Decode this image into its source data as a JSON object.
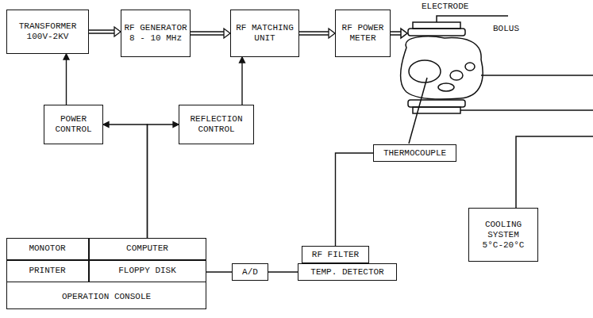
{
  "diagram": {
    "nodes": [
      {
        "text": [
          "TRANSFORMER",
          "100V-2KV"
        ]
      },
      {
        "text": [
          "RF GENERATOR",
          "8 - 10 MHz"
        ]
      },
      {
        "text": [
          "RF MATCHING UNIT"
        ]
      },
      {
        "text": [
          "RF POWER METER"
        ]
      },
      {
        "text": [
          "POWER CONTROL"
        ]
      },
      {
        "text": [
          "REFLECTION CONTROL"
        ]
      },
      {
        "text": [
          "THERMOCOUPLE"
        ]
      },
      {
        "text": [
          "COOLING SYSTEM",
          "5°C-20°C"
        ]
      },
      {
        "text": [
          "OPERATION CONSOLE"
        ]
      },
      {
        "text": [
          "MONOTOR"
        ],
        "in": 8
      },
      {
        "text": [
          "COMPUTER"
        ],
        "in": 8
      },
      {
        "text": [
          "PRINTER"
        ],
        "in": 8
      },
      {
        "text": [
          "FLOPPY DISK"
        ],
        "in": 8
      },
      {
        "text": [
          "A/D"
        ]
      },
      {
        "text": [
          "RF FILTER"
        ]
      },
      {
        "text": [
          "TEMP. DETECTOR"
        ]
      }
    ],
    "edges": [
      {
        "from": 0,
        "to": 1,
        "arrow": "to"
      },
      {
        "from": 1,
        "to": 2,
        "arrow": "to"
      },
      {
        "from": 2,
        "to": 3,
        "arrow": "to"
      },
      {
        "from": 4,
        "to": 0,
        "arrow": "to"
      },
      {
        "from": 5,
        "to": 2,
        "arrow": "to"
      },
      {
        "from": 8,
        "to": 4,
        "arrow": "to"
      },
      {
        "from": 8,
        "to": 5,
        "arrow": "to"
      },
      {
        "from": 6,
        "to": 14,
        "arrow": "none"
      },
      {
        "from": 12,
        "to": 13,
        "arrow": "none"
      },
      {
        "from": 13,
        "to": 15,
        "arrow": "none"
      }
    ],
    "labels": [
      "ELECTRODE",
      "BOLUS"
    ]
  }
}
